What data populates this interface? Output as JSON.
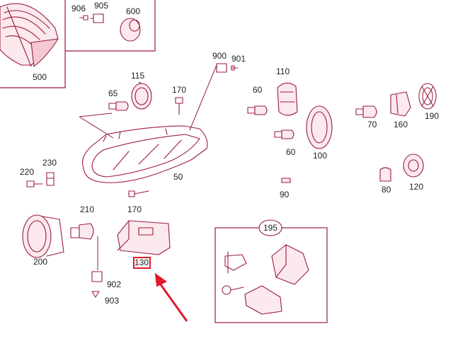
{
  "labels": {
    "p906": "906",
    "p905": "905",
    "p600": "600",
    "p500": "500",
    "p900": "900",
    "p901": "901",
    "p115": "115",
    "p65": "65",
    "p170a": "170",
    "p110": "110",
    "p60a": "60",
    "p60b": "60",
    "p100": "100",
    "p70": "70",
    "p160": "160",
    "p190": "190",
    "p220": "220",
    "p230": "230",
    "p50": "50",
    "p90": "90",
    "p80": "80",
    "p120": "120",
    "p210": "210",
    "p170b": "170",
    "p200": "200",
    "p902": "902",
    "p903": "903",
    "p195": "195",
    "p130": "130"
  },
  "colors": {
    "line": "#9b1c3c",
    "highlight": "#e0192e",
    "arrow": "#e0192e"
  },
  "highlight": {
    "target": "p130",
    "style": "red box with arrow"
  }
}
